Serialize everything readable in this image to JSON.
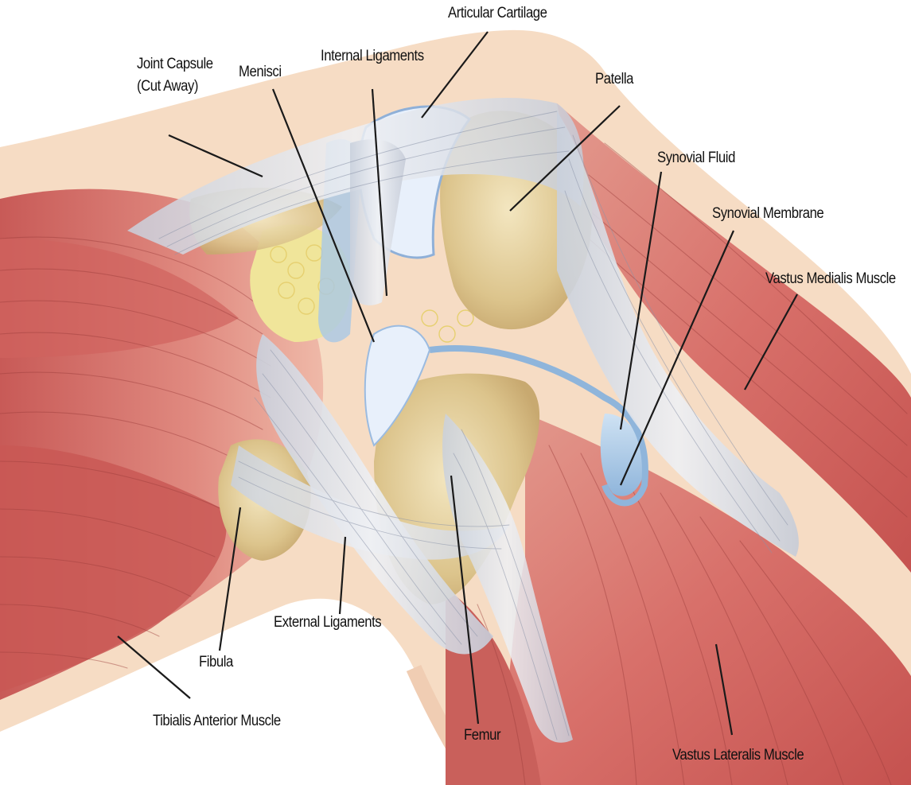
{
  "labels": {
    "articular_cartilage": "Articular Cartilage",
    "joint_capsule_line1": "Joint Capsule",
    "joint_capsule_line2": "(Cut Away)",
    "menisci": "Menisci",
    "internal_ligaments": "Internal Ligaments",
    "patella": "Patella",
    "synovial_fluid": "Synovial Fluid",
    "synovial_membrane": "Synovial Membrane",
    "vastus_medialis": "Vastus Medialis Muscle",
    "external_ligaments": "External Ligaments",
    "fibula": "Fibula",
    "tibialis_anterior": "Tibialis Anterior Muscle",
    "femur": "Femur",
    "vastus_lateralis": "Vastus Lateralis Muscle"
  },
  "colors": {
    "skin": "#f6dcc4",
    "muscle": "#d9706a",
    "muscle_dark": "#b8504c",
    "bone": "#e2cd98",
    "ligament": "#d9dde6",
    "synovial": "#a9c8e6",
    "fat": "#f1e79a",
    "leader": "#1a1a1a"
  }
}
